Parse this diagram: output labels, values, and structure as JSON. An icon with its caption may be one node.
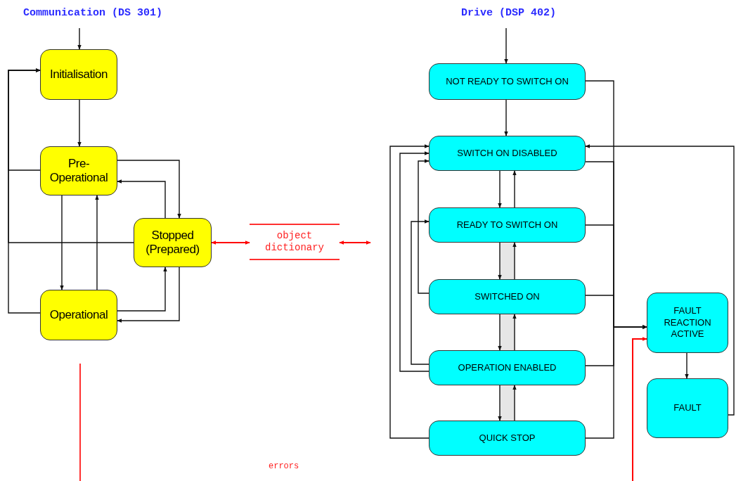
{
  "diagram": {
    "nodes": [
      {
        "text": [
          "Initialisation"
        ]
      },
      {
        "text": [
          "Pre-Operational"
        ]
      },
      {
        "text": [
          "Stopped (Prepared)"
        ]
      },
      {
        "text": [
          "Operational"
        ]
      },
      {
        "text": [
          "object dictionary"
        ]
      },
      {
        "text": [
          "NOT READY TO SWITCH ON"
        ]
      },
      {
        "text": [
          "SWITCH ON DISABLED"
        ]
      },
      {
        "text": [
          "READY TO SWITCH ON"
        ]
      },
      {
        "text": [
          "SWITCHED ON"
        ]
      },
      {
        "text": [
          "OPERATION ENABLED"
        ]
      },
      {
        "text": [
          "QUICK STOP"
        ]
      },
      {
        "text": [
          "FAULT REACTION ACTIVE"
        ]
      },
      {
        "text": [
          "FAULT"
        ]
      }
    ],
    "edges": [
      {
        "from": null,
        "to": 0,
        "arrow": "to"
      },
      {
        "from": 0,
        "to": 1,
        "arrow": "to"
      },
      {
        "from": 1,
        "to": 0,
        "arrow": "to"
      },
      {
        "from": 2,
        "to": 0,
        "arrow": "to"
      },
      {
        "from": 3,
        "to": 0,
        "arrow": "to"
      },
      {
        "from": 1,
        "to": 2,
        "arrow": "to"
      },
      {
        "from": 2,
        "to": 1,
        "arrow": "to"
      },
      {
        "from": 1,
        "to": 3,
        "arrow": "to"
      },
      {
        "from": 3,
        "to": 1,
        "arrow": "to"
      },
      {
        "from": 3,
        "to": 2,
        "arrow": "to"
      },
      {
        "from": 2,
        "to": 3,
        "arrow": "to"
      },
      {
        "from": 2,
        "to": 4,
        "arrow": "both",
        "color": "#ff0000"
      },
      {
        "from": 4,
        "to": null,
        "arrow": "both",
        "color": "#ff0000"
      },
      {
        "from": null,
        "to": 5,
        "arrow": "to"
      },
      {
        "from": 5,
        "to": 6,
        "arrow": "to"
      },
      {
        "from": 6,
        "to": 7,
        "arrow": "to"
      },
      {
        "from": 7,
        "to": 6,
        "arrow": "to"
      },
      {
        "from": 7,
        "to": 8,
        "arrow": "to"
      },
      {
        "from": 8,
        "to": 7,
        "arrow": "to"
      },
      {
        "from": 8,
        "to": 9,
        "arrow": "to"
      },
      {
        "from": 9,
        "to": 8,
        "arrow": "to"
      },
      {
        "from": 9,
        "to": 10,
        "arrow": "to"
      },
      {
        "from": 10,
        "to": 9,
        "arrow": "to"
      },
      {
        "from": 8,
        "to": 6,
        "arrow": "to"
      },
      {
        "from": 9,
        "to": 7,
        "arrow": "to"
      },
      {
        "from": 9,
        "to": 6,
        "arrow": "to"
      },
      {
        "from": 10,
        "to": 6,
        "arrow": "to"
      },
      {
        "from": 5,
        "to": 11,
        "arrow": "to"
      },
      {
        "from": 6,
        "to": 11,
        "arrow": "to"
      },
      {
        "from": 7,
        "to": 11,
        "arrow": "to"
      },
      {
        "from": 8,
        "to": 11,
        "arrow": "to"
      },
      {
        "from": 9,
        "to": 11,
        "arrow": "to"
      },
      {
        "from": 10,
        "to": 11,
        "arrow": "to"
      },
      {
        "from": 11,
        "to": 12,
        "arrow": "to"
      },
      {
        "from": 12,
        "to": 6,
        "arrow": "to"
      },
      {
        "from": null,
        "to": 11,
        "arrow": "to",
        "color": "#ff0000"
      }
    ],
    "labels": [
      "Communication (DS 301)",
      "Drive (DSP 402)",
      "errors"
    ]
  }
}
